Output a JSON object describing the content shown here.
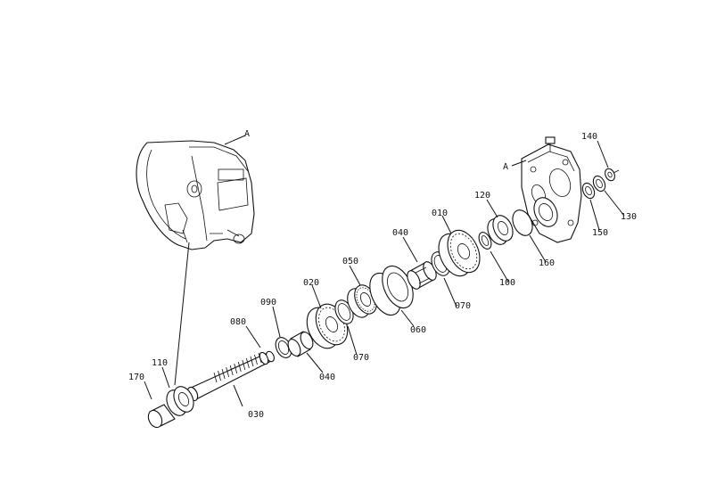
{
  "labels": {
    "a_left": "A",
    "a_right": "A",
    "p010": "010",
    "p020": "020",
    "p030": "030",
    "p040_top": "040",
    "p040_bottom": "040",
    "p050": "050",
    "p060": "060",
    "p070_right": "070",
    "p070_left": "070",
    "p080": "080",
    "p090": "090",
    "p100": "100",
    "p110": "110",
    "p120": "120",
    "p130": "130",
    "p140": "140",
    "p150": "150",
    "p160": "160",
    "p170": "170"
  }
}
